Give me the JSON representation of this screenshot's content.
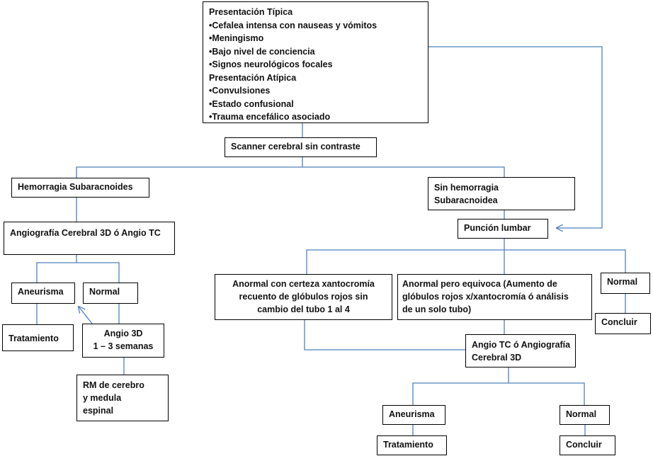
{
  "colors": {
    "connector": "#4f81bd",
    "border": "#000000",
    "text": "#111111"
  },
  "top": {
    "typical_heading": "Presentación Típica",
    "typical_items": [
      "Cefalea intensa con nauseas y vómitos",
      "Meningismo",
      "Bajo nivel de conciencia",
      "Signos neurológicos focales"
    ],
    "atypical_heading": "Presentación Atípica",
    "atypical_items": [
      "Convulsiones",
      "Estado confusional",
      "Trauma encefálico asociado"
    ]
  },
  "scanner": "Scanner cerebral sin contraste",
  "left": {
    "hsa": "Hemorragia Subaracnoides",
    "angio3d_tc": "Angiografía Cerebral 3D ó  Angio TC",
    "aneurisma": "Aneurisma",
    "normal": "Normal",
    "tratamiento": "Tratamiento",
    "angio_repeat_line1": "Angio  3D",
    "angio_repeat_line2": "1 – 3 semanas",
    "rm_line1": "RM de cerebro",
    "rm_line2": "y medula",
    "rm_line3": "espinal"
  },
  "right": {
    "sin_hsa_line1": "Sin hemorragia",
    "sin_hsa_line2": "Subaracnoidea",
    "puncion": "Punción lumbar",
    "anormal_cert_line1": "Anormal con certeza xantocromía",
    "anormal_cert_line2": "recuento de glóbulos rojos sin",
    "anormal_cert_line3": "cambio del tubo 1 al 4",
    "anormal_eq_line1": "Anormal pero equivoca (Aumento de",
    "anormal_eq_line2": "glóbulos rojos x/xantocromía ó análisis",
    "anormal_eq_line3": "de un solo tubo)",
    "normal": "Normal",
    "concluir": "Concluir",
    "angio_tc_line1": "Angio TC ó Angiografía",
    "angio_tc_line2": "Cerebral 3D",
    "aneurisma": "Aneurisma",
    "normal2": "Normal",
    "tratamiento": "Tratamiento",
    "concluir2": "Concluir"
  }
}
